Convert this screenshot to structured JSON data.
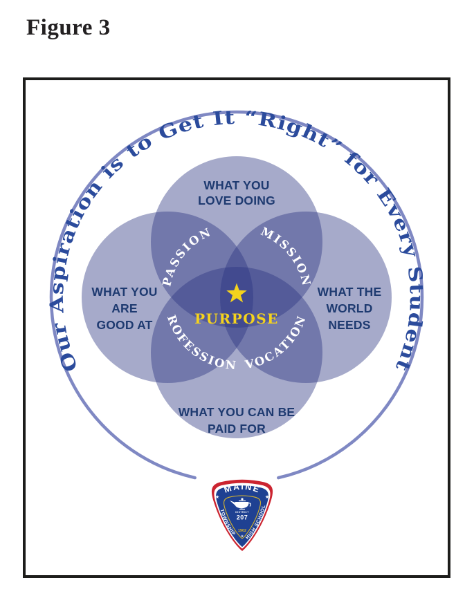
{
  "figure_label": "Figure 3",
  "arc_title": "Our Aspiration is to Get It “Right” for Every Student",
  "venn": {
    "top_circle": [
      "WHAT YOU",
      "LOVE DOING"
    ],
    "left_circle": [
      "WHAT YOU",
      "ARE",
      "GOOD AT"
    ],
    "right_circle": [
      "WHAT THE",
      "WORLD",
      "NEEDS"
    ],
    "bottom_circle": [
      "WHAT YOU CAN BE",
      "PAID FOR"
    ],
    "intersections": {
      "top_left": "PASSION",
      "top_right": "MISSION",
      "bottom_left": "PROFESSION",
      "bottom_right": "VOCATION"
    },
    "center_label": "PURPOSE",
    "center_icon": "star"
  },
  "badge": {
    "arch_text": "MAINE",
    "left_edge_text": "TOWNSHIP",
    "right_edge_text": "HIGH SCHOOL",
    "district_label": "DISTRICT",
    "district_number": "207",
    "year": "1902",
    "star_glyph": "★",
    "center_icon": "lamp-of-knowledge"
  },
  "colors": {
    "ring_stroke": "#7f88c3",
    "venn_single": "#a5aaca",
    "venn_center": "#454e92",
    "arc_text": "#2b4b9c",
    "circle_label_text": "#1e3a70",
    "purpose_yellow": "#f5d31d",
    "badge_red": "#cb2430",
    "badge_blue": "#1f4192",
    "badge_gold": "#dcb82a",
    "frame_border": "#1d1d1b"
  }
}
